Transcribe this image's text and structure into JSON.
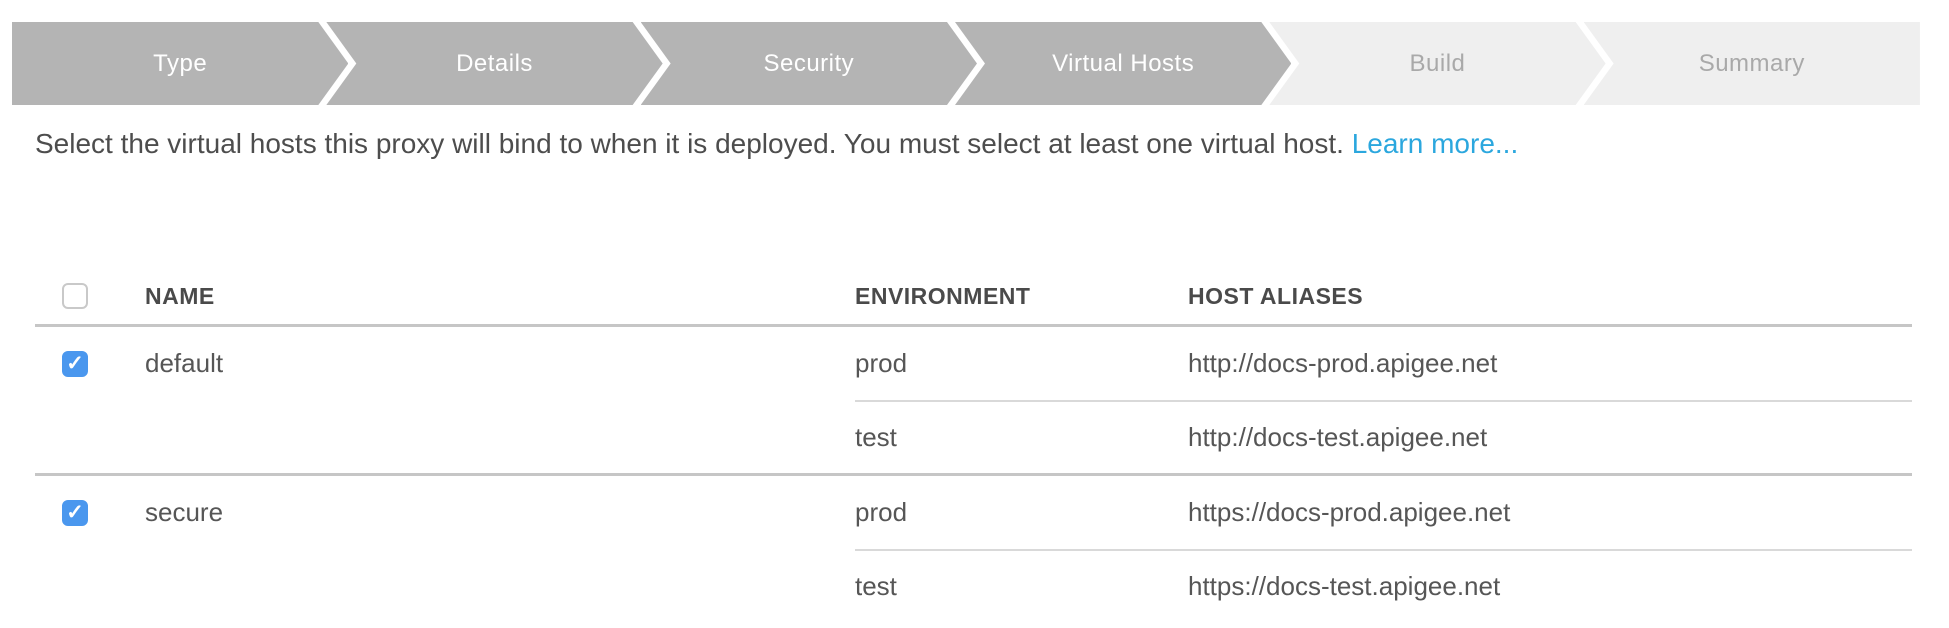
{
  "stepper": {
    "steps": [
      {
        "label": "Type",
        "active": true
      },
      {
        "label": "Details",
        "active": true
      },
      {
        "label": "Security",
        "active": true
      },
      {
        "label": "Virtual Hosts",
        "active": true
      },
      {
        "label": "Build",
        "active": false
      },
      {
        "label": "Summary",
        "active": false
      }
    ],
    "colors": {
      "active_bg": "#b4b4b4",
      "active_text": "#ffffff",
      "inactive_bg": "#efefef",
      "inactive_text": "#a9a9a9"
    }
  },
  "description": {
    "text": "Select the virtual hosts this proxy will bind to when it is deployed. You must select at least one virtual host.",
    "link_label": "Learn more...",
    "link_color": "#2ba7de"
  },
  "table": {
    "headers": {
      "name": "NAME",
      "environment": "ENVIRONMENT",
      "host_aliases": "HOST ALIASES"
    },
    "select_all_checked": false,
    "rows": [
      {
        "name": "default",
        "checked": true,
        "environments": [
          {
            "environment": "prod",
            "host_alias": "http://docs-prod.apigee.net"
          },
          {
            "environment": "test",
            "host_alias": "http://docs-test.apigee.net"
          }
        ]
      },
      {
        "name": "secure",
        "checked": true,
        "environments": [
          {
            "environment": "prod",
            "host_alias": "https://docs-prod.apigee.net"
          },
          {
            "environment": "test",
            "host_alias": "https://docs-test.apigee.net"
          }
        ]
      }
    ]
  },
  "colors": {
    "checkbox_checked": "#4a97ee",
    "checkbox_border": "#c9c9c9",
    "divider_thick": "#c6c6c6",
    "divider_thin": "#d9d9d9",
    "body_text": "#4d4d4d"
  }
}
